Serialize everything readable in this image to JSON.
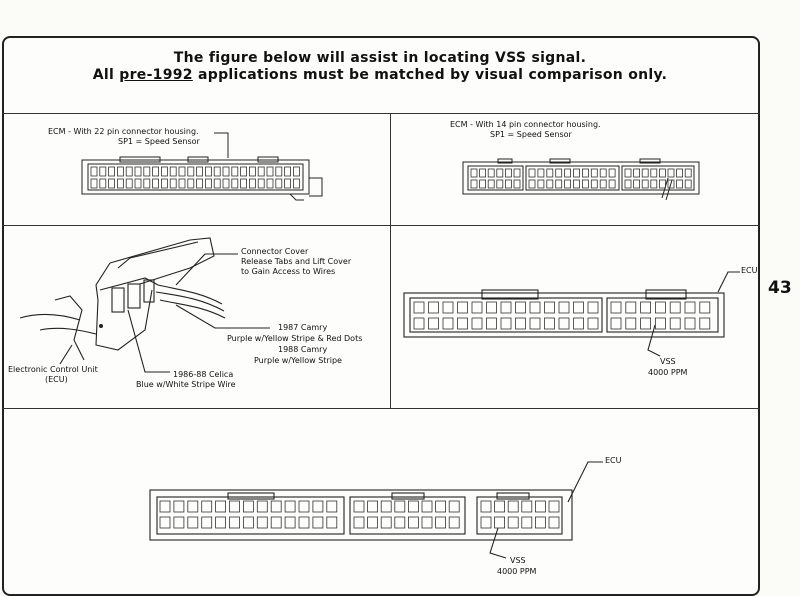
{
  "header": {
    "line1": "The figure below will assist in locating VSS signal.",
    "line2_prefix": "All ",
    "line2_underlined": "pre-1992",
    "line2_suffix": " applications must be matched by visual comparison only."
  },
  "page_number": "43",
  "panel_22pin": {
    "line1": "ECM - With 22 pin connector housing.",
    "line2": "SP1 = Speed Sensor"
  },
  "panel_14pin": {
    "line1": "ECM - With 14 pin connector housing.",
    "line2": "SP1 = Speed Sensor"
  },
  "panel_camry": {
    "cover_line1": "Connector Cover",
    "cover_line2": "Release Tabs and Lift Cover",
    "cover_line3": "to Gain Access to Wires",
    "camry87_line1": "1987 Camry",
    "camry87_line2": "Purple w/Yellow Stripe & Red Dots",
    "camry88_line1": "1988 Camry",
    "camry88_line2": "Purple w/Yellow Stripe",
    "celica_line1": "1986-88 Celica",
    "celica_line2": "Blue w/White Stripe Wire",
    "ecu_line1": "Electronic Control Unit",
    "ecu_line2": "(ECU)"
  },
  "panel_ecu_two": {
    "ecu": "ECU",
    "vss": "VSS",
    "ppm": "4000 PPM"
  },
  "panel_ecu_three": {
    "ecu": "ECU",
    "vss": "VSS",
    "ppm": "4000 PPM"
  }
}
